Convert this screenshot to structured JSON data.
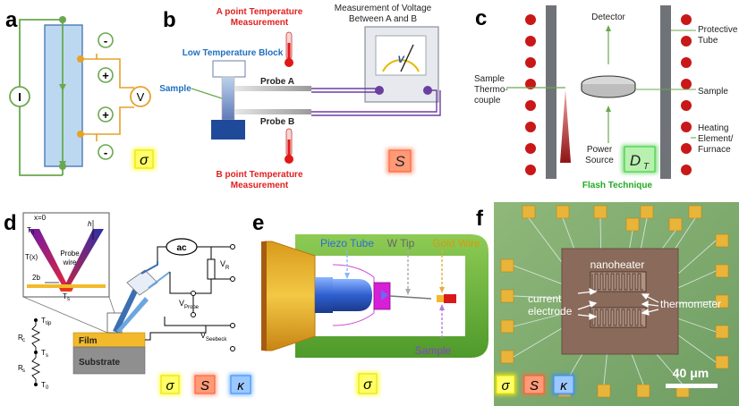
{
  "panels": {
    "a": {
      "letter": "a",
      "current_symbol": "I",
      "voltage_symbol": "V",
      "signs": [
        "-",
        "+",
        "+",
        "-"
      ],
      "badge": "σ"
    },
    "b": {
      "letter": "b",
      "temp_a_line1": "A point Temperature",
      "temp_a_line2": "Measurement",
      "voltage_line1": "Measurement of Voltage",
      "voltage_line2": "Between A and B",
      "meter_symbol": "V",
      "block_label": "Low Temperature Block",
      "sample_label": "Sample",
      "probe_a": "Probe A",
      "probe_b": "Probe B",
      "temp_b_line1": "B point Temperature",
      "temp_b_line2": "Measurement",
      "badge": "S"
    },
    "c": {
      "letter": "c",
      "detector": "Detector",
      "tube_line1": "Protective",
      "tube_line2": "Tube",
      "thermo_line1": "Sample",
      "thermo_line2": "Thermo-",
      "thermo_line3": "couple",
      "sample": "Sample",
      "heat_line1": "Heating",
      "heat_line2": "Element/",
      "heat_line3": "Furnace",
      "power_line1": "Power",
      "power_line2": "Source",
      "badge_main": "D",
      "badge_sub": "T",
      "caption": "Flash Technique"
    },
    "d": {
      "letter": "d",
      "x0": "x=0",
      "t0": "T",
      "t0_sub": "0",
      "h": "h",
      "tx": "T(x)",
      "probe_line1": "Probe",
      "probe_line2": "wire",
      "twob": "2b",
      "ts": "T",
      "ts_sub": "s",
      "ac": "ac",
      "vr": "V",
      "vr_sub": "R",
      "vprobe": "V",
      "vprobe_sub": "Probe",
      "vseebeck": "V",
      "vseebeck_sub": "Seebeck",
      "film": "Film",
      "substrate": "Substrate",
      "ladder_top": "T",
      "ladder_top_sub": "tip",
      "rc": "R",
      "rc_sub": "c",
      "ladder_mid": "T",
      "ladder_mid_sub": "s",
      "rs": "R",
      "rs_sub": "s",
      "ladder_bot": "T",
      "ladder_bot_sub": "0",
      "badges": [
        "σ",
        "S",
        "κ"
      ]
    },
    "e": {
      "letter": "e",
      "piezo": "Piezo Tube",
      "wtip": "W Tip",
      "gold": "Gold Wire",
      "sample": "Sample",
      "badge": "σ"
    },
    "f": {
      "letter": "f",
      "nanoheater": "nanoheater",
      "current_line1": "current",
      "current_line2": "electrode",
      "thermometer": "thermometer",
      "scale": "40 μm",
      "badges": [
        "σ",
        "S",
        "κ"
      ]
    }
  },
  "badge_colors": {
    "sigma": "#ffff00",
    "seebeck": "#ff6a3d",
    "kappa": "#2f8cff",
    "diffusivity": "#33cc33"
  }
}
